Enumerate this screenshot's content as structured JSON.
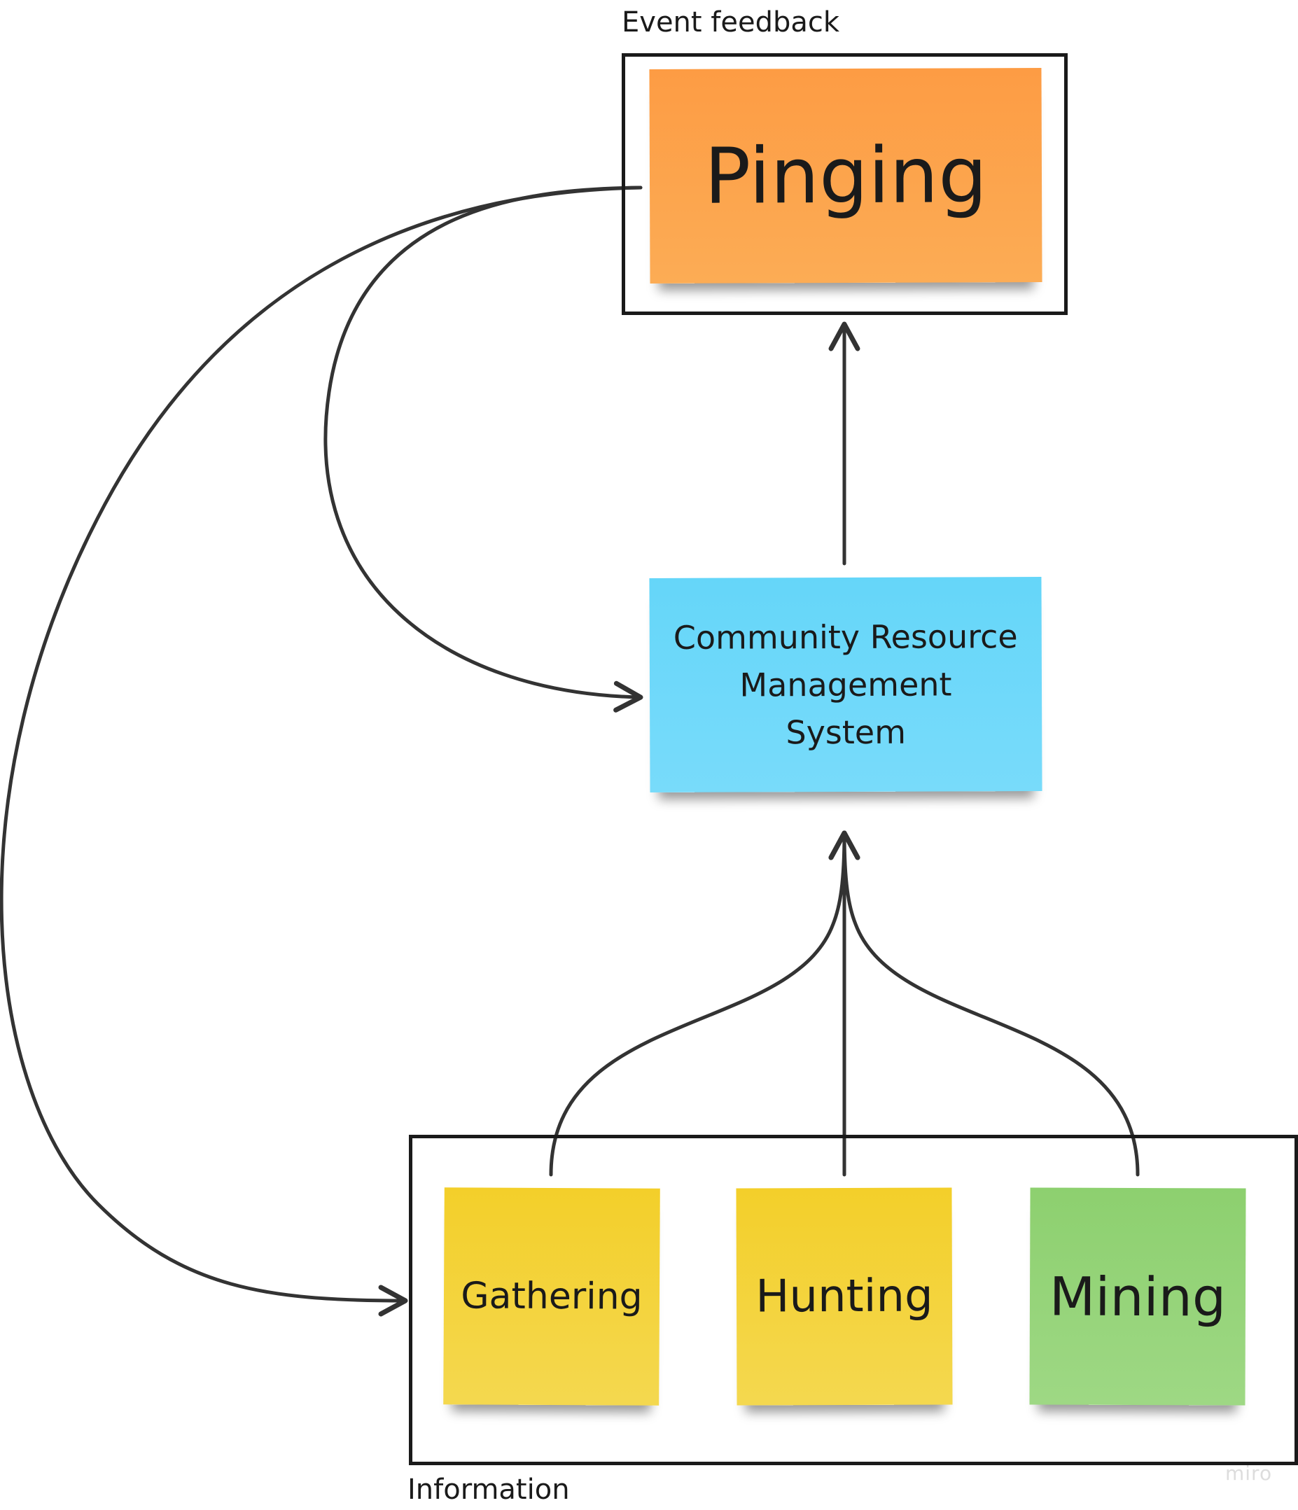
{
  "frames": {
    "event_feedback": {
      "label": "Event feedback"
    },
    "information": {
      "label": "Information"
    }
  },
  "stickies": {
    "pinging": {
      "text": "Pinging",
      "color": "#fd9c44"
    },
    "crms": {
      "text": "Community Resource Management System",
      "lines": [
        "Community Resource",
        "Management",
        "System"
      ],
      "color": "#65d6f9"
    },
    "gathering": {
      "text": "Gathering",
      "color": "#f3cf2a"
    },
    "hunting": {
      "text": "Hunting",
      "color": "#f3cf2a"
    },
    "mining": {
      "text": "Mining",
      "color": "#8dd06f"
    }
  },
  "connector_color": "#333333",
  "watermark": "miro"
}
